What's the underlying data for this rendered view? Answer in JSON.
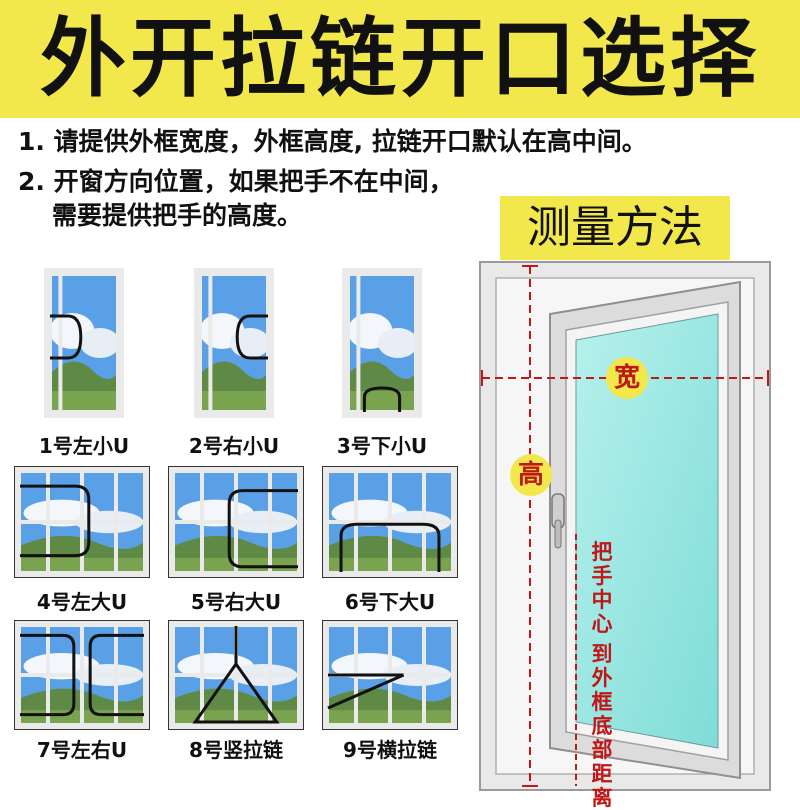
{
  "banner": {
    "title": "外开拉链开口选择"
  },
  "instructions": {
    "line1": "1. 请提供外框宽度，外框高度, 拉链开口默认在高中间。",
    "line2": "2. 开窗方向位置，如果把手不在中间，",
    "line3": "需要提供把手的高度。"
  },
  "method": {
    "title": "测量方法"
  },
  "options": [
    {
      "label": "1号左小U",
      "style": "left-small-u"
    },
    {
      "label": "2号右小U",
      "style": "right-small-u"
    },
    {
      "label": "3号下小U",
      "style": "bottom-small-u"
    },
    {
      "label": "4号左大U",
      "style": "left-big-u"
    },
    {
      "label": "5号右大U",
      "style": "right-big-u"
    },
    {
      "label": "6号下大U",
      "style": "bottom-big-u"
    },
    {
      "label": "7号左右U",
      "style": "left-right-u"
    },
    {
      "label": "8号竖拉链",
      "style": "vertical-zipper"
    },
    {
      "label": "9号横拉链",
      "style": "horizontal-zipper"
    }
  ],
  "diagram": {
    "width_label": "宽",
    "height_label": "高",
    "handle_label": [
      "把",
      "手",
      "中",
      "心",
      "到",
      "外",
      "框",
      "底",
      "部",
      "距",
      "离"
    ]
  },
  "colors": {
    "banner": "#f2e84b",
    "dimension": "#c01818",
    "glass": "#8fe6e0",
    "frame": "#e6e6e6"
  }
}
